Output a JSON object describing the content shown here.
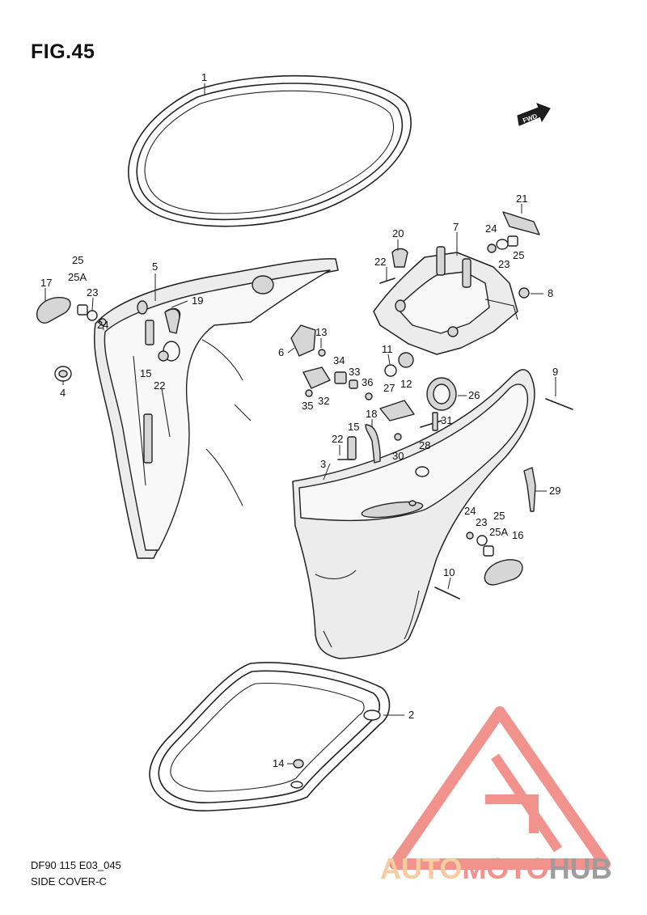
{
  "figure": {
    "title": "FIG.45",
    "code": "DF90 115 E03_045",
    "subtitle": "SIDE COVER-C"
  },
  "fwd_badge": "FWD",
  "callouts": [
    {
      "id": "c1",
      "text": "1"
    },
    {
      "id": "c2",
      "text": "2"
    },
    {
      "id": "c3",
      "text": "3"
    },
    {
      "id": "c4",
      "text": "4"
    },
    {
      "id": "c5",
      "text": "5"
    },
    {
      "id": "c6",
      "text": "6"
    },
    {
      "id": "c7",
      "text": "7"
    },
    {
      "id": "c8",
      "text": "8"
    },
    {
      "id": "c9",
      "text": "9"
    },
    {
      "id": "c10",
      "text": "10"
    },
    {
      "id": "c11",
      "text": "11"
    },
    {
      "id": "c12",
      "text": "12"
    },
    {
      "id": "c13",
      "text": "13"
    },
    {
      "id": "c14",
      "text": "14"
    },
    {
      "id": "c15a",
      "text": "15"
    },
    {
      "id": "c15b",
      "text": "15"
    },
    {
      "id": "c16",
      "text": "16"
    },
    {
      "id": "c17",
      "text": "17"
    },
    {
      "id": "c18",
      "text": "18"
    },
    {
      "id": "c19",
      "text": "19"
    },
    {
      "id": "c20",
      "text": "20"
    },
    {
      "id": "c21",
      "text": "21"
    },
    {
      "id": "c22a",
      "text": "22"
    },
    {
      "id": "c22b",
      "text": "22"
    },
    {
      "id": "c22c",
      "text": "22"
    },
    {
      "id": "c23a",
      "text": "23"
    },
    {
      "id": "c23b",
      "text": "23"
    },
    {
      "id": "c23c",
      "text": "23"
    },
    {
      "id": "c24a",
      "text": "24"
    },
    {
      "id": "c24b",
      "text": "24"
    },
    {
      "id": "c24c",
      "text": "24"
    },
    {
      "id": "c25a",
      "text": "25"
    },
    {
      "id": "c25b",
      "text": "25"
    },
    {
      "id": "c25c",
      "text": "25"
    },
    {
      "id": "c25Aa",
      "text": "25A"
    },
    {
      "id": "c25Ab",
      "text": "25A"
    },
    {
      "id": "c26",
      "text": "26"
    },
    {
      "id": "c27",
      "text": "27"
    },
    {
      "id": "c28",
      "text": "28"
    },
    {
      "id": "c29",
      "text": "29"
    },
    {
      "id": "c30",
      "text": "30"
    },
    {
      "id": "c31",
      "text": "31"
    },
    {
      "id": "c32",
      "text": "32"
    },
    {
      "id": "c33",
      "text": "33"
    },
    {
      "id": "c34",
      "text": "34"
    },
    {
      "id": "c35",
      "text": "35"
    },
    {
      "id": "c36",
      "text": "36"
    }
  ],
  "watermark": {
    "part1": "AUTO",
    "part2": "MOTO",
    "part3": "HUB",
    "color_light": "#f5c58f",
    "color_red": "#f07f7a",
    "color_grey": "#8d8d8d"
  }
}
